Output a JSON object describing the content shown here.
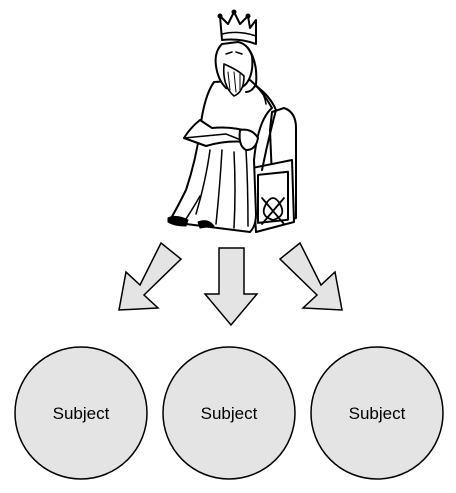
{
  "figure": {
    "icon": "seated-king-icon",
    "colors": {
      "background": "#ffffff",
      "stroke": "#000000",
      "shape_fill": "#e4e4e4",
      "figure_fill": "#ffffff"
    }
  },
  "arrows": [
    {
      "direction": "down-left",
      "icon": "arrow-down-left-icon"
    },
    {
      "direction": "down",
      "icon": "arrow-down-icon"
    },
    {
      "direction": "down-right",
      "icon": "arrow-down-right-icon"
    }
  ],
  "subjects": [
    {
      "label": "Subject"
    },
    {
      "label": "Subject"
    },
    {
      "label": "Subject"
    }
  ]
}
